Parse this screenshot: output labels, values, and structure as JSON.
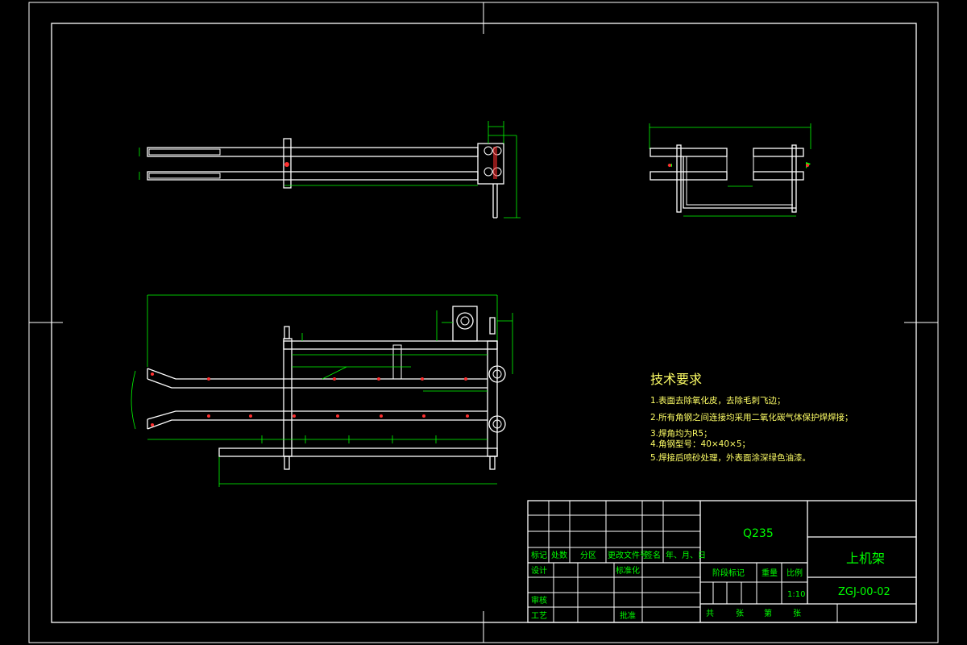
{
  "drawing": {
    "tech": {
      "heading": "技术要求",
      "items": [
        "1.表面去除氧化皮，去除毛刺飞边；",
        "2.所有角钢之间连接均采用二氧化碳气体保护焊焊接；",
        "3.焊角均为R5；",
        "4.角钢型号：40×40×5；",
        "5.焊接后喷砂处理，外表面涂深绿色油漆。"
      ]
    },
    "title_block": {
      "material": "Q235",
      "part_name": "上机架",
      "drawing_no": "ZGJ-00-02",
      "scale": "1:10",
      "rev_headers": [
        "标记",
        "处数",
        "分区",
        "更改文件号",
        "签名",
        "年、月、日"
      ],
      "role_design": "设计",
      "role_check": "审核",
      "role_process": "工艺",
      "standardize": "标准化",
      "approve": "批准",
      "stage_mark": "阶段标记",
      "weight": "重量",
      "scale_label": "比例",
      "bottom_row": [
        "共",
        "张",
        "第",
        "张"
      ]
    }
  },
  "colors": {
    "background": "#000000",
    "outline": "#ffffff",
    "dimension": "#00ff00",
    "hole": "#ff3030",
    "tech_text": "#ffff66"
  }
}
